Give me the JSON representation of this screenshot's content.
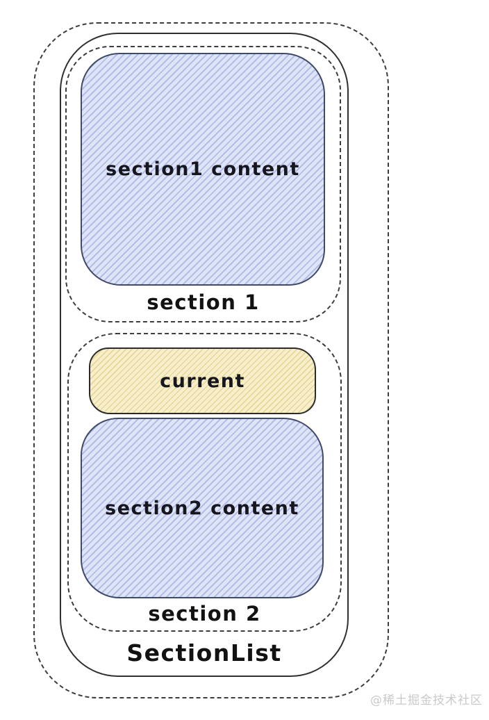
{
  "diagram": {
    "root_label": "SectionList",
    "sections": [
      {
        "label": "section 1",
        "items": [
          {
            "type": "content",
            "label": "section1 content"
          }
        ]
      },
      {
        "label": "section 2",
        "items": [
          {
            "type": "current",
            "label": "current"
          },
          {
            "type": "content",
            "label": "section2 content"
          }
        ]
      }
    ],
    "colors": {
      "content_fill": "#dfe3f6",
      "content_hatch": "#b2bde8",
      "content_border": "#3f4a68",
      "current_fill": "#f6eec9",
      "current_hatch": "#e7d697",
      "current_border": "#2b2b2b",
      "outline": "#2f2f2f",
      "dashed_outline": "#3c3c3c",
      "text": "#16161f"
    }
  },
  "watermark": {
    "text": "@稀土掘金技术社区"
  }
}
